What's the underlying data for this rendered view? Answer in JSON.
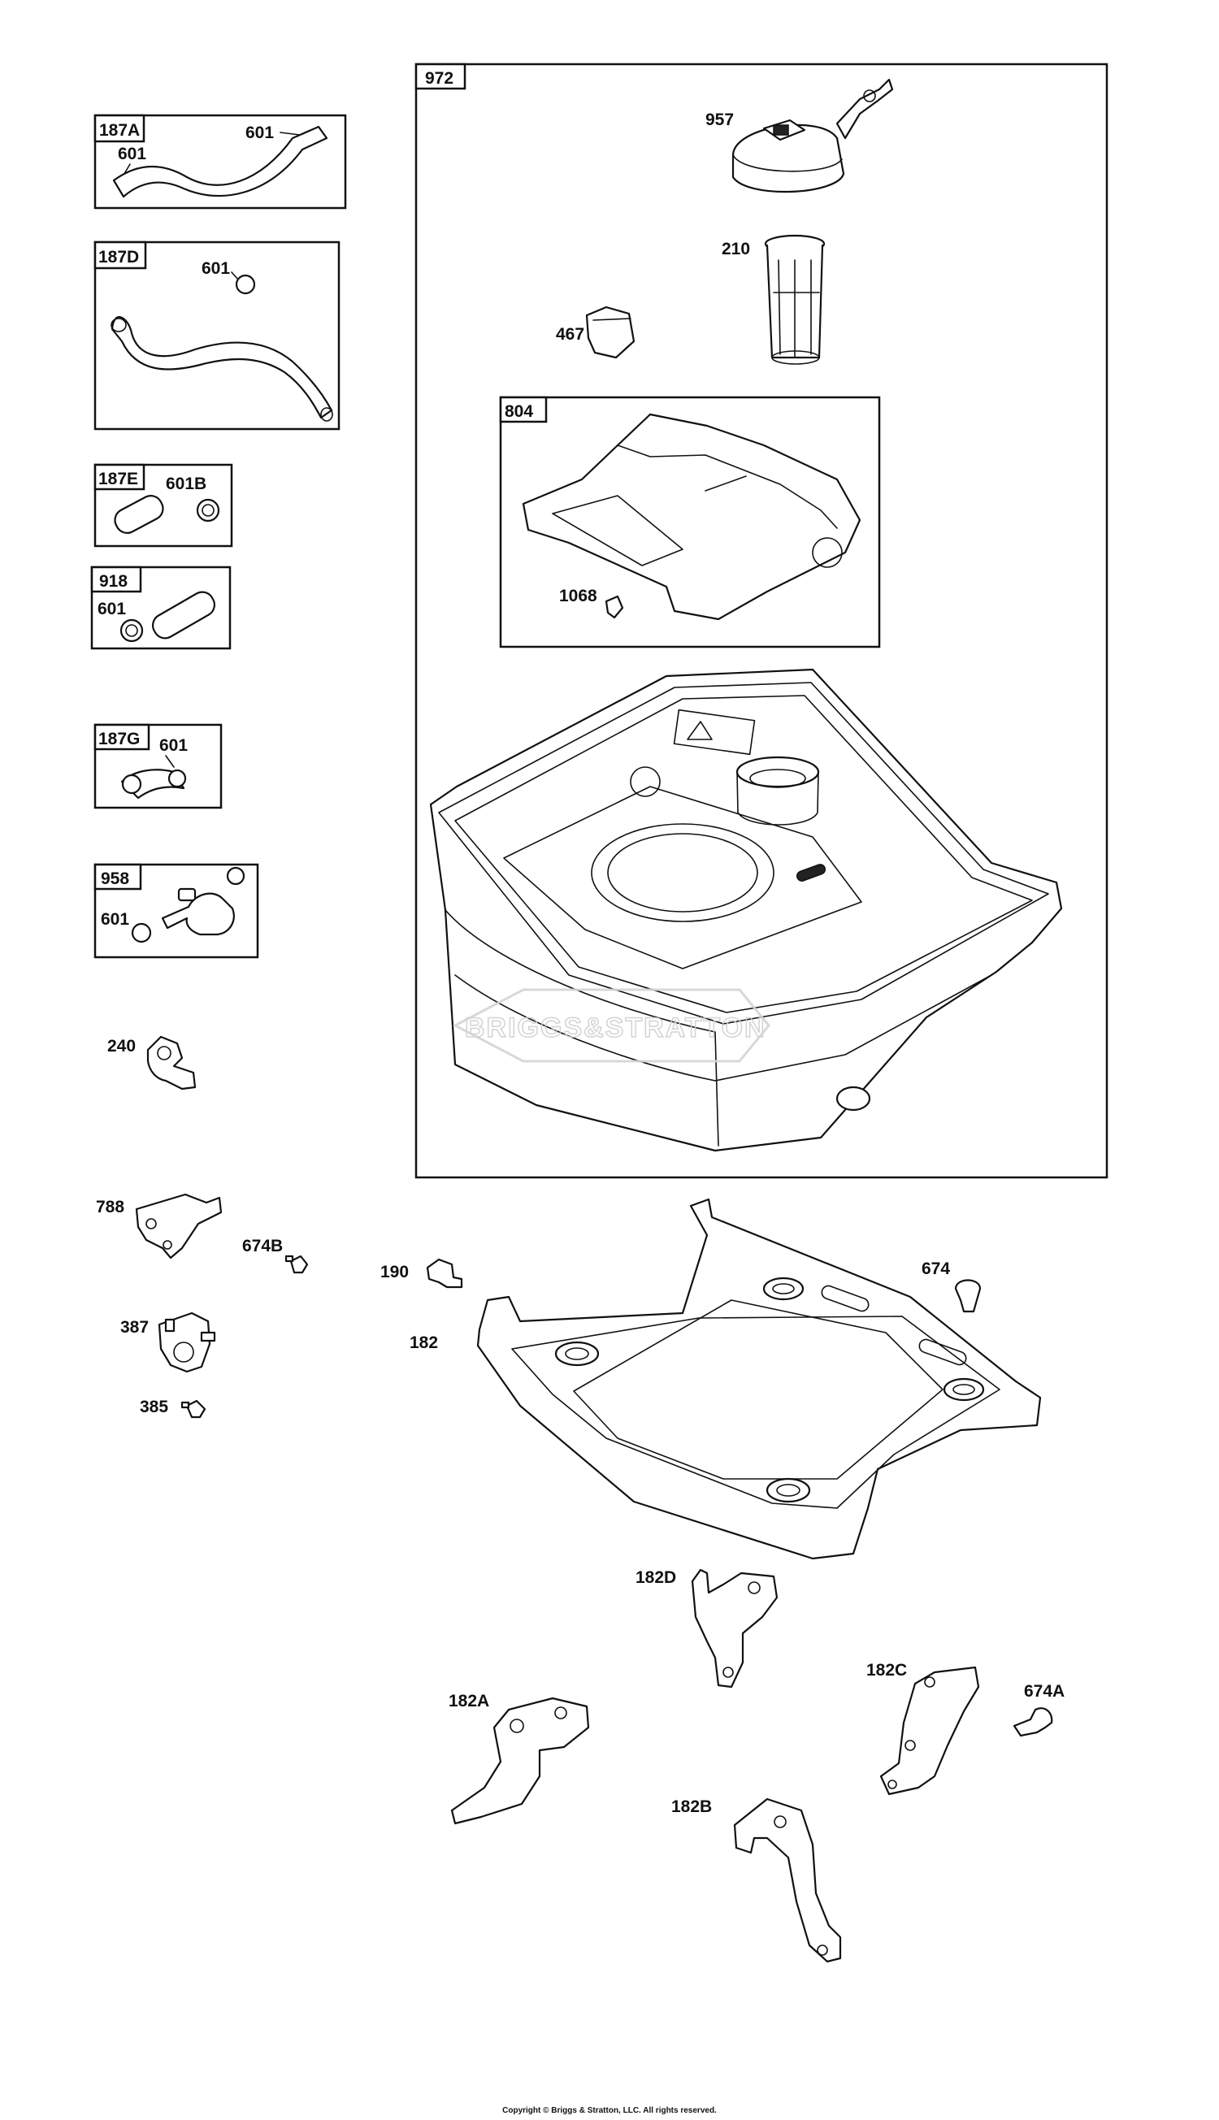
{
  "boxes": {
    "b187a": {
      "tag": "187A",
      "callouts": [
        "601",
        "601"
      ]
    },
    "b187d": {
      "tag": "187D",
      "callouts": [
        "601"
      ]
    },
    "b187e": {
      "tag": "187E",
      "callouts": [
        "601B"
      ]
    },
    "b918": {
      "tag": "918",
      "callouts": [
        "601"
      ]
    },
    "b187g": {
      "tag": "187G",
      "callouts": [
        "601"
      ]
    },
    "b958": {
      "tag": "958",
      "callouts": [
        "601"
      ]
    },
    "b972": {
      "tag": "972",
      "callouts": [
        "957",
        "210",
        "467"
      ]
    },
    "b804": {
      "tag": "804",
      "callouts": [
        "1068"
      ]
    }
  },
  "callouts": {
    "c240": "240",
    "c788": "788",
    "c674b": "674B",
    "c387": "387",
    "c385": "385",
    "c190": "190",
    "c182": "182",
    "c674": "674",
    "c182d": "182D",
    "c182c": "182C",
    "c674a": "674A",
    "c182a": "182A",
    "c182b": "182B"
  },
  "watermark": "BRIGGS&STRATTON",
  "copyright": "Copyright © Briggs & Stratton, LLC. All rights reserved."
}
